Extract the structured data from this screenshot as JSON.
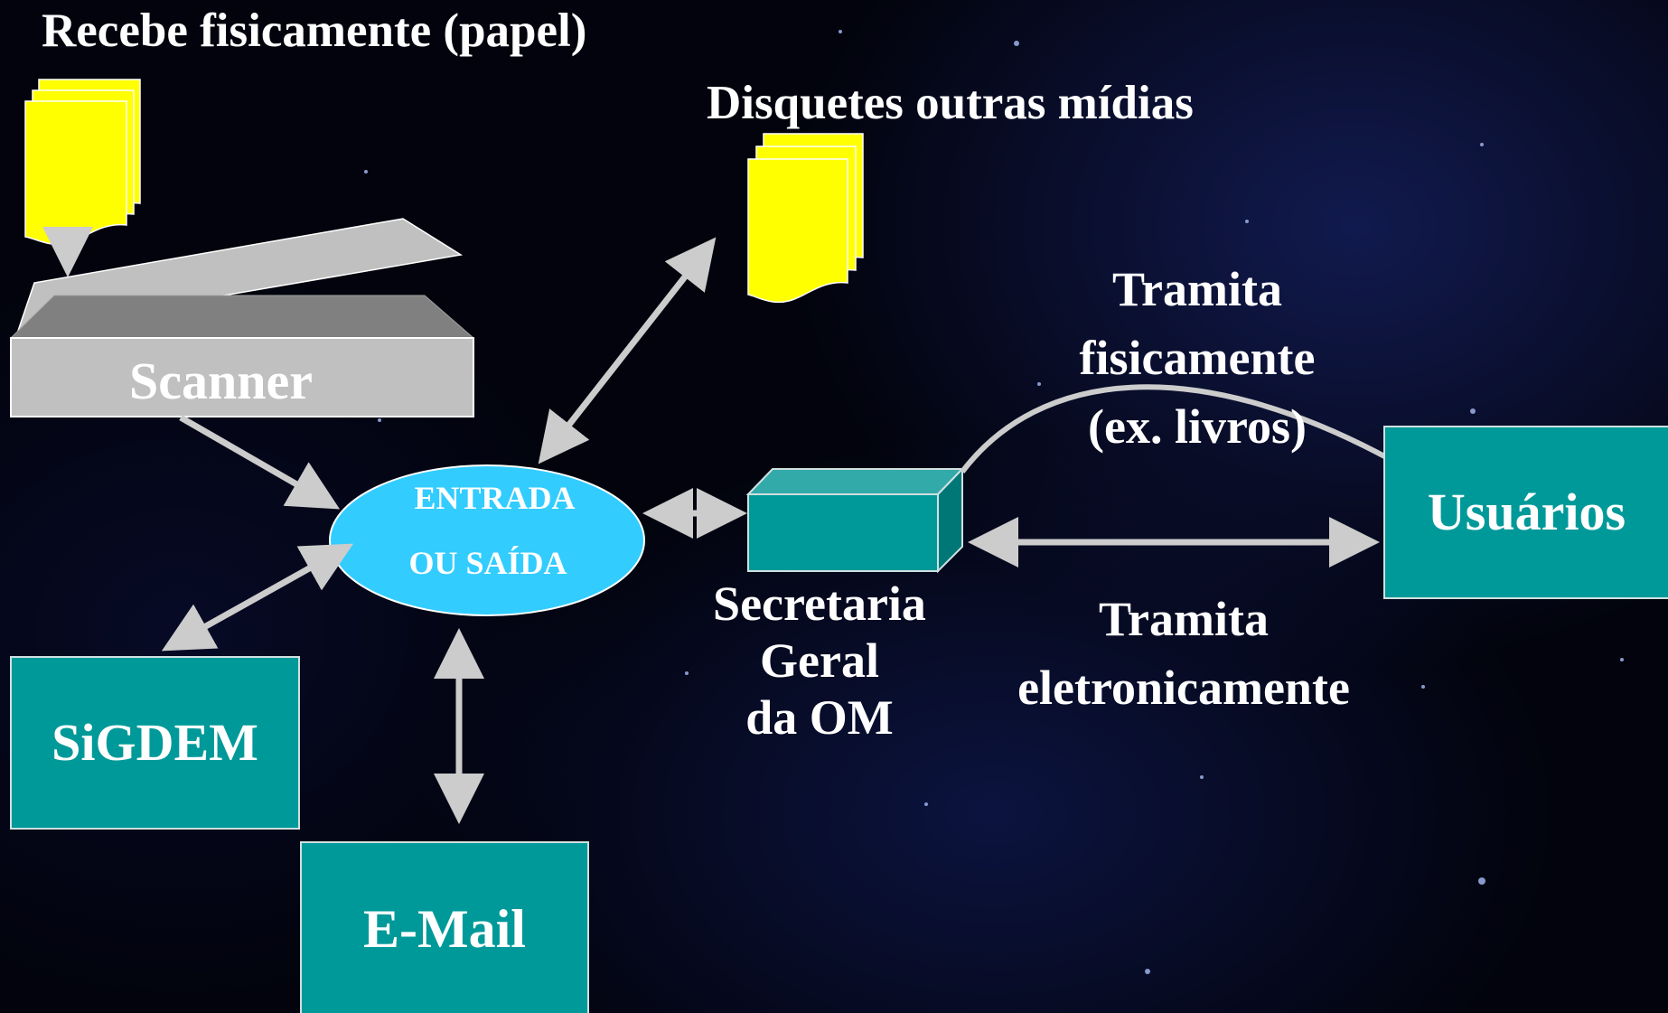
{
  "labels": {
    "paper_in": "Recebe fisicamente (papel)",
    "media": "Disquetes outras mídias",
    "scanner": "Scanner",
    "hub_line1": "ENTRADA",
    "hub_line2": "OU  SAÍDA",
    "sigdem": "SiGDEM",
    "email": "E-Mail",
    "secretaria_line1": "Secretaria",
    "secretaria_line2": "Geral",
    "secretaria_line3": "da OM",
    "physical_line1": "Tramita",
    "physical_line2": "fisicamente",
    "physical_line3": "(ex. livros)",
    "electronic_line1": "Tramita",
    "electronic_line2": "eletronicamente",
    "users": "Usuários"
  },
  "colors": {
    "teal_box": "#009999",
    "teal_top": "#33aaaa",
    "ellipse": "#33ccff",
    "paper": "#ffff00",
    "arrow": "#cccccc",
    "scanner_body": "#c0c0c0",
    "scanner_dark": "#808080"
  }
}
